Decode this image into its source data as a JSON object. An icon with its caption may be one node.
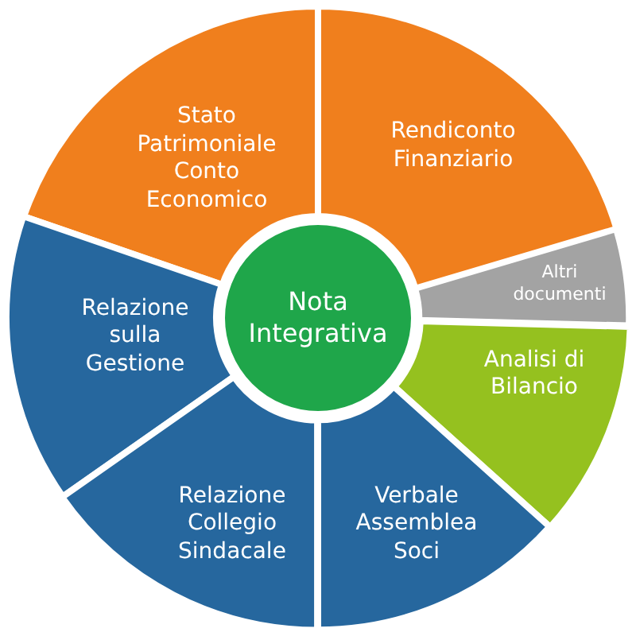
{
  "diagram": {
    "nodes": [
      {
        "text": [
          "Stato Patrimoniale Conto Economico"
        ]
      },
      {
        "text": [
          "Rendiconto Finanziario"
        ]
      },
      {
        "text": [
          "Altri documenti"
        ]
      },
      {
        "text": [
          "Relazione sulla Gestione"
        ]
      },
      {
        "text": [
          "Nota Integrativa"
        ]
      },
      {
        "text": [
          "Analisi di Bilancio"
        ]
      },
      {
        "text": [
          "Relazione Collegio Sindacale"
        ]
      },
      {
        "text": [
          "Verbale Assemblea Soci"
        ]
      }
    ]
  }
}
